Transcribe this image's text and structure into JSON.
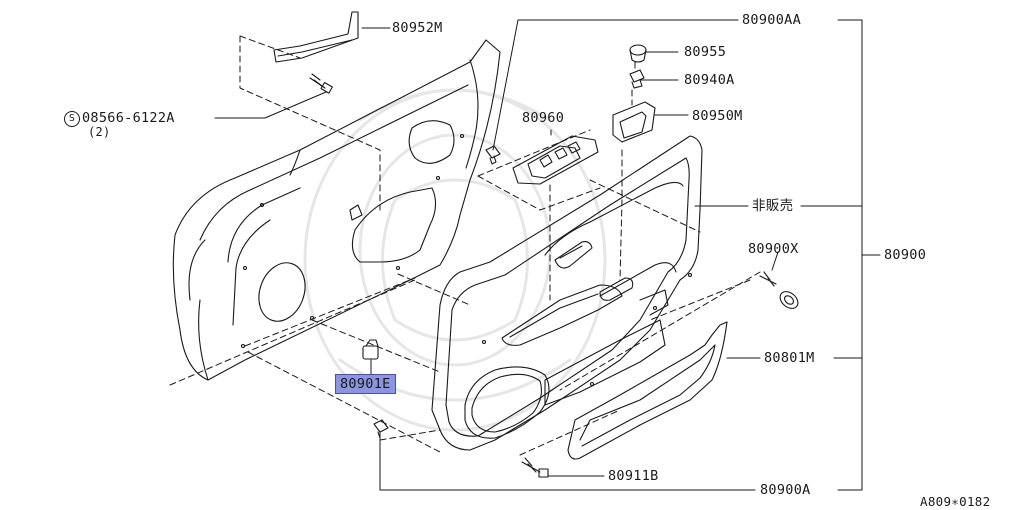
{
  "diagram": {
    "parts": {
      "p80952M": "80952M",
      "p80900AA": "80900AA",
      "p80955": "80955",
      "p80940A": "80940A",
      "p80950M": "80950M",
      "p80960": "80960",
      "p08566_code": "08566-6122A",
      "p08566_qty": "(2)",
      "p08566_symbol": "S",
      "not_for_sale": "非販売",
      "p80900X": "80900X",
      "p80900": "80900",
      "p80801M": "80801M",
      "p80901E": "80901E",
      "p80911B": "80911B",
      "p80900A": "80900A"
    },
    "highlighted_part": "80901E",
    "reference_code": "A809∗0182",
    "colors": {
      "highlight": "#8d96dd",
      "line": "#1a1a1a"
    }
  }
}
